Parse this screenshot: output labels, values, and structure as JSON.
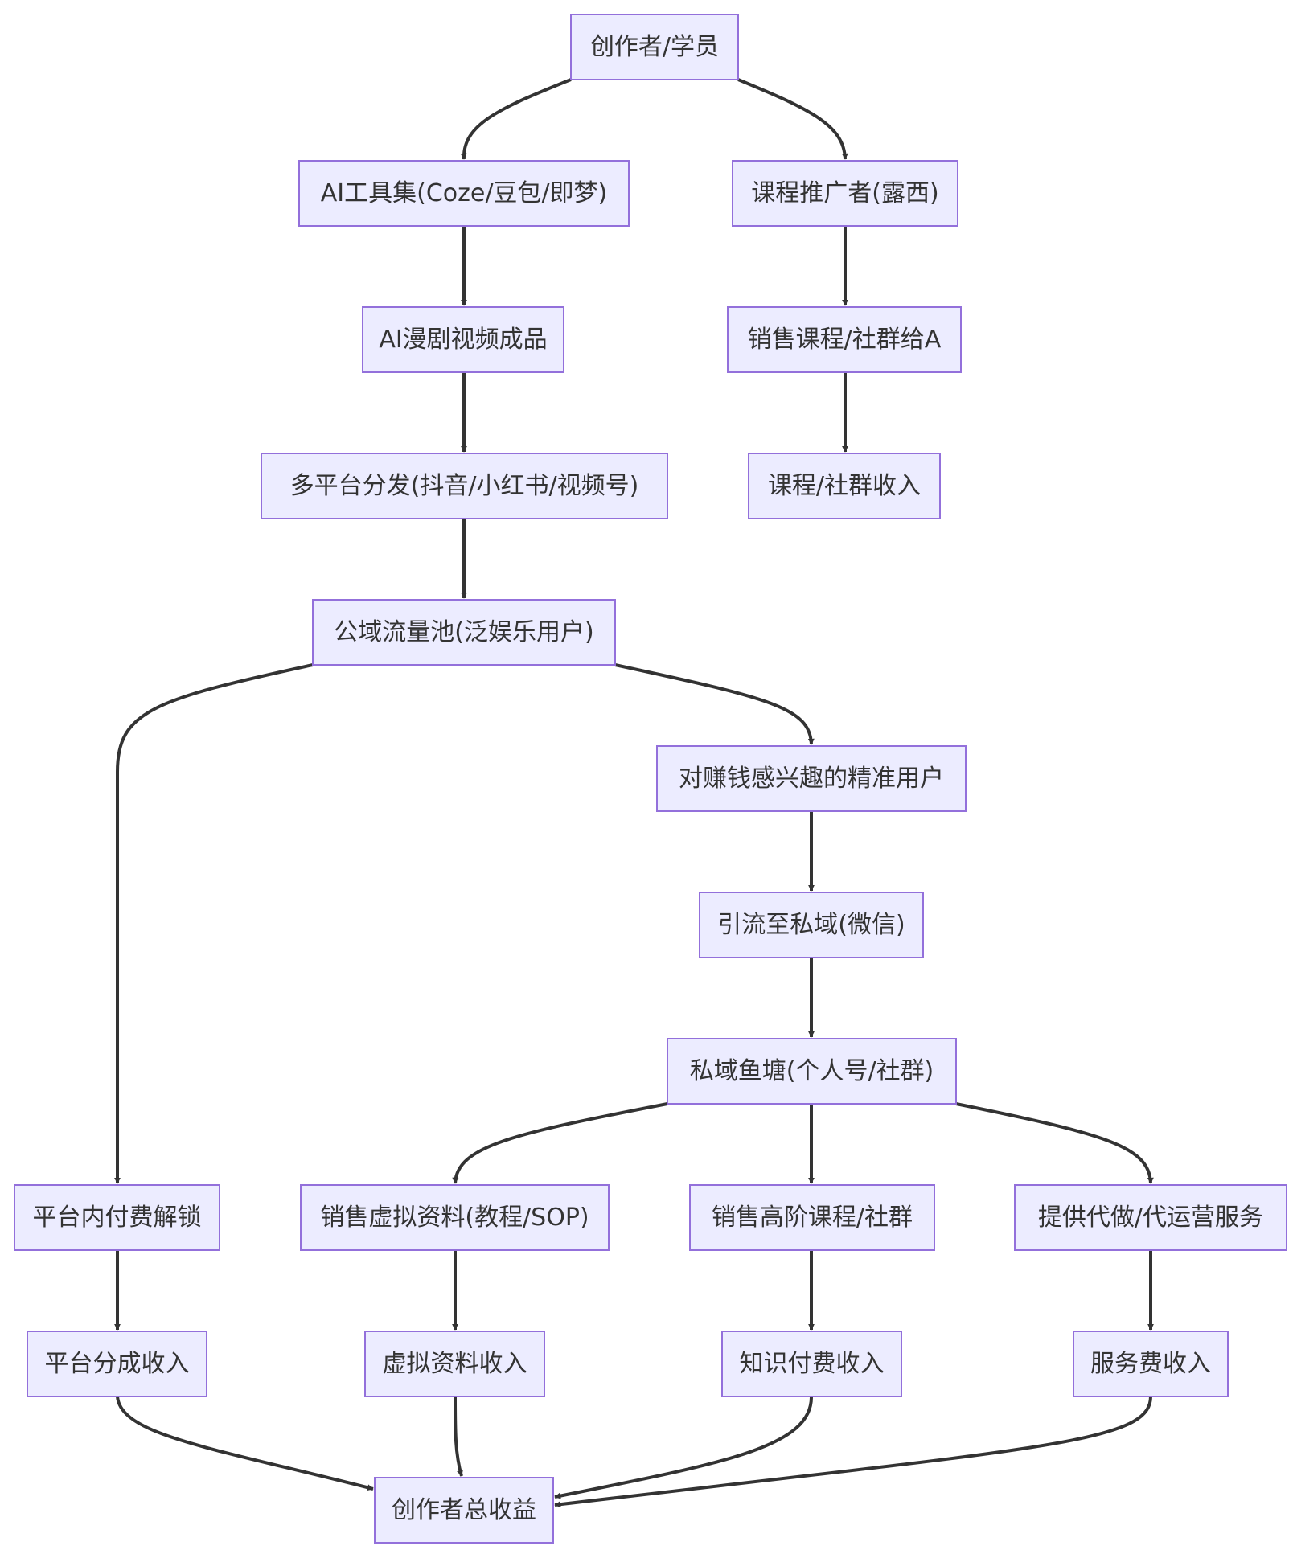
{
  "diagram": {
    "type": "flowchart",
    "colors": {
      "node_fill": "#ececff",
      "node_border": "#9370db",
      "edge": "#333333",
      "text": "#333333",
      "background": "#ffffff"
    },
    "nodes": [
      {
        "id": "creator",
        "label": "创作者/学员"
      },
      {
        "id": "ai_tools",
        "label": "AI工具集(Coze/豆包/即梦)"
      },
      {
        "id": "promoter",
        "label": "课程推广者(露西)"
      },
      {
        "id": "ai_video",
        "label": "AI漫剧视频成品"
      },
      {
        "id": "sell_course_a",
        "label": "销售课程/社群给A"
      },
      {
        "id": "multi_platform",
        "label": "多平台分发(抖音/小红书/视频号)"
      },
      {
        "id": "course_income",
        "label": "课程/社群收入"
      },
      {
        "id": "public_pool",
        "label": "公域流量池(泛娱乐用户)"
      },
      {
        "id": "precise_users",
        "label": "对赚钱感兴趣的精准用户"
      },
      {
        "id": "private_flow",
        "label": "引流至私域(微信)"
      },
      {
        "id": "private_pond",
        "label": "私域鱼塘(个人号/社群)"
      },
      {
        "id": "paid_unlock",
        "label": "平台内付费解锁"
      },
      {
        "id": "sell_virtual",
        "label": "销售虚拟资料(教程/SOP)"
      },
      {
        "id": "sell_advanced",
        "label": "销售高阶课程/社群"
      },
      {
        "id": "agency_service",
        "label": "提供代做/代运营服务"
      },
      {
        "id": "platform_income",
        "label": "平台分成收入"
      },
      {
        "id": "virtual_income",
        "label": "虚拟资料收入"
      },
      {
        "id": "knowledge_income",
        "label": "知识付费收入"
      },
      {
        "id": "service_income",
        "label": "服务费收入"
      },
      {
        "id": "total",
        "label": "创作者总收益"
      }
    ],
    "edges": [
      {
        "from": "creator",
        "to": "ai_tools"
      },
      {
        "from": "creator",
        "to": "promoter"
      },
      {
        "from": "ai_tools",
        "to": "ai_video"
      },
      {
        "from": "ai_video",
        "to": "multi_platform"
      },
      {
        "from": "multi_platform",
        "to": "public_pool"
      },
      {
        "from": "promoter",
        "to": "sell_course_a"
      },
      {
        "from": "sell_course_a",
        "to": "course_income"
      },
      {
        "from": "public_pool",
        "to": "paid_unlock"
      },
      {
        "from": "public_pool",
        "to": "precise_users"
      },
      {
        "from": "precise_users",
        "to": "private_flow"
      },
      {
        "from": "private_flow",
        "to": "private_pond"
      },
      {
        "from": "private_pond",
        "to": "sell_virtual"
      },
      {
        "from": "private_pond",
        "to": "sell_advanced"
      },
      {
        "from": "private_pond",
        "to": "agency_service"
      },
      {
        "from": "paid_unlock",
        "to": "platform_income"
      },
      {
        "from": "sell_virtual",
        "to": "virtual_income"
      },
      {
        "from": "sell_advanced",
        "to": "knowledge_income"
      },
      {
        "from": "agency_service",
        "to": "service_income"
      },
      {
        "from": "platform_income",
        "to": "total"
      },
      {
        "from": "virtual_income",
        "to": "total"
      },
      {
        "from": "knowledge_income",
        "to": "total"
      },
      {
        "from": "service_income",
        "to": "total"
      }
    ]
  }
}
